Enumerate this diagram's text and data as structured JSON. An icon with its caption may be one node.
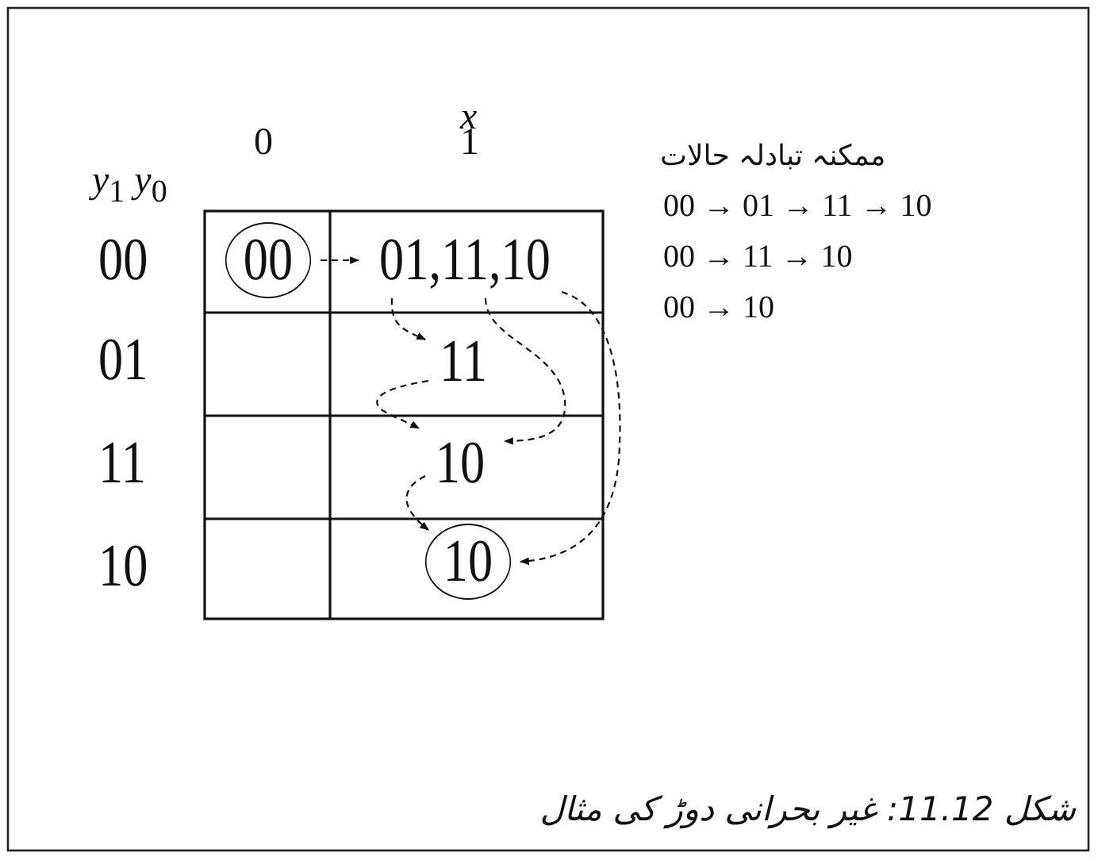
{
  "diagram": {
    "caption": "شکل 11.12: غیر بحرانی دوڑ کی مثال",
    "nodes": [
      {
        "text": [
          "00"
        ]
      },
      {
        "text": [
          "01,11,10"
        ]
      },
      {
        "text": [
          "11"
        ]
      },
      {
        "text": [
          "10"
        ]
      },
      {
        "text": [
          "10"
        ]
      }
    ],
    "edges": [
      {
        "from": 0,
        "to": 1,
        "arrow": "to",
        "style": "dashed"
      },
      {
        "from": 1,
        "to": 2,
        "arrow": "to",
        "style": "dashed"
      },
      {
        "from": 1,
        "to": 3,
        "arrow": "to",
        "style": "dashed"
      },
      {
        "from": 1,
        "to": 4,
        "arrow": "to",
        "style": "dashed"
      },
      {
        "from": 2,
        "to": 3,
        "arrow": "to",
        "style": "dashed"
      },
      {
        "from": 3,
        "to": 4,
        "arrow": "to",
        "style": "dashed"
      }
    ],
    "labels": [
      "x",
      "0",
      "1",
      "*y*$_{1}$ *y*$_{0}$",
      "00",
      "01",
      "11",
      "10",
      "ممکنہ تبادلہ حالات",
      "00 → 01 → 11 → 10",
      "00 → 11 → 10",
      "00 → 10"
    ]
  }
}
